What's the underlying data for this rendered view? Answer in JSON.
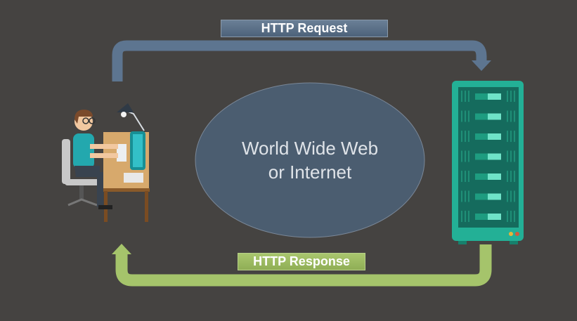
{
  "request_label": "HTTP Request",
  "response_label": "HTTP Response",
  "network": {
    "line1": "World Wide Web",
    "line2": "or Internet"
  },
  "colors": {
    "background": "#454341",
    "request": "#5d7590",
    "response": "#a5c46b",
    "ellipse": "#4b5d70",
    "server": "#1fa88e"
  }
}
